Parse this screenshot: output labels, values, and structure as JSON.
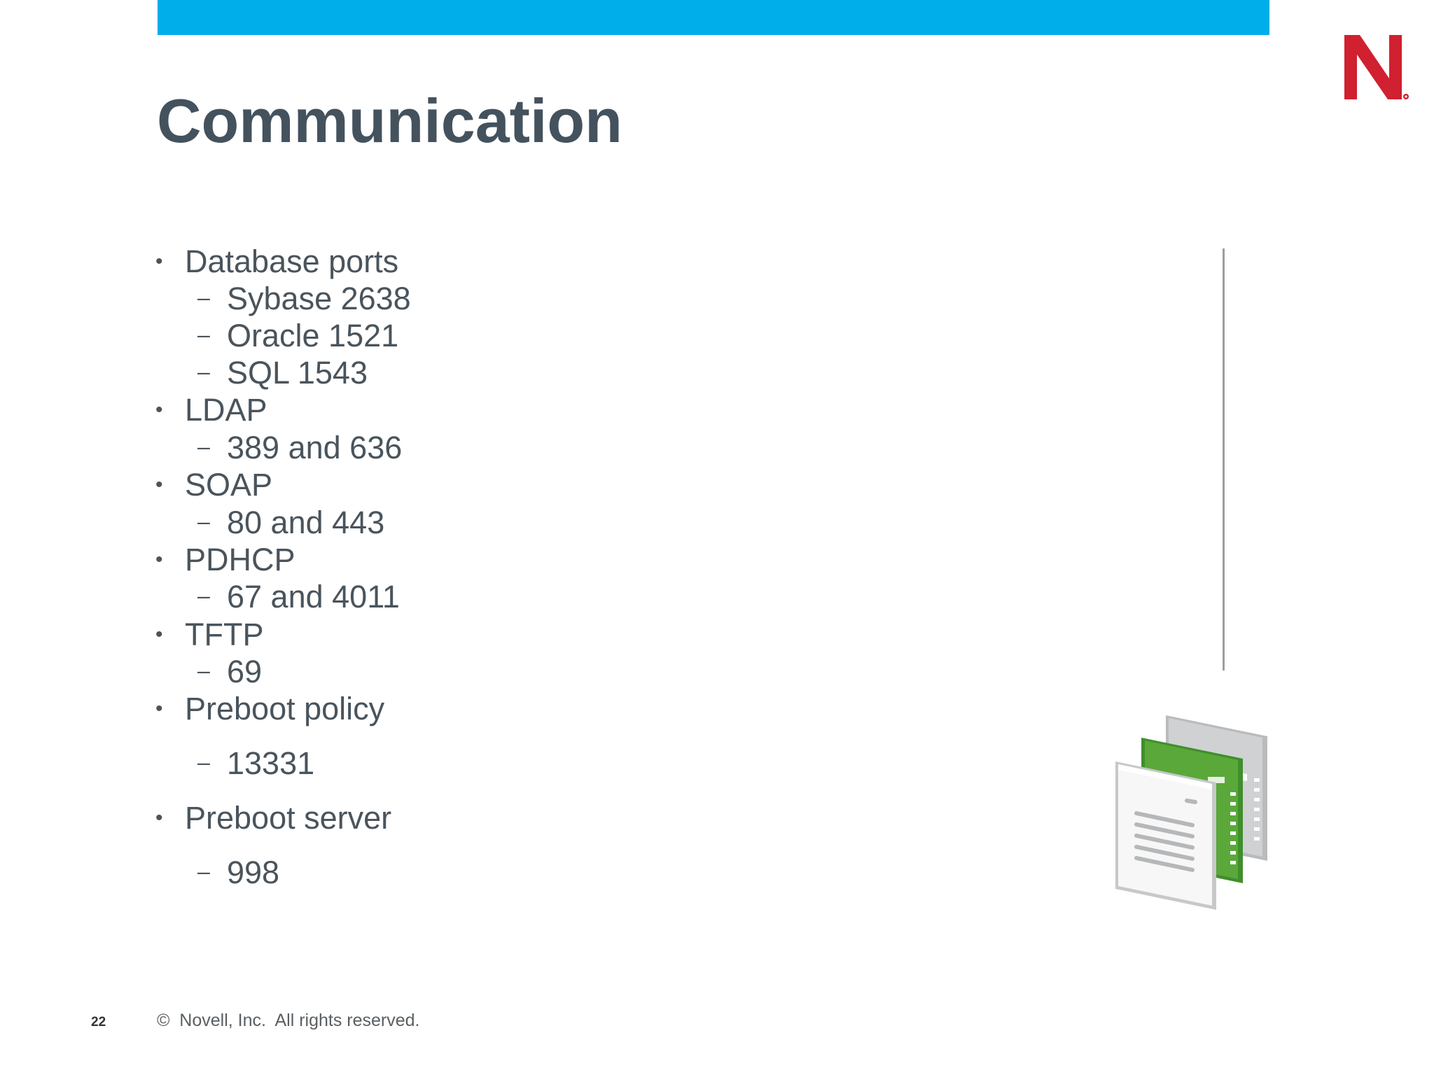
{
  "slide": {
    "title": "Communication",
    "page_number": "22",
    "footer": "©  Novell, Inc.  All rights reserved."
  },
  "bullets": [
    {
      "text": "Database ports",
      "level": 1
    },
    {
      "text": "Sybase 2638",
      "level": 2
    },
    {
      "text": "Oracle 1521",
      "level": 2
    },
    {
      "text": "SQL 1543",
      "level": 2
    },
    {
      "text": "LDAP",
      "level": 1
    },
    {
      "text": "389 and 636",
      "level": 2
    },
    {
      "text": "SOAP",
      "level": 1
    },
    {
      "text": "80 and 443",
      "level": 2
    },
    {
      "text": "PDHCP",
      "level": 1
    },
    {
      "text": "67 and 4011",
      "level": 2
    },
    {
      "text": "TFTP",
      "level": 1
    },
    {
      "text": "69",
      "level": 2
    },
    {
      "text": "Preboot policy",
      "level": 1
    },
    {
      "text": "13331",
      "level": 2
    },
    {
      "text": "Preboot server",
      "level": 1
    },
    {
      "text": "998",
      "level": 2
    }
  ],
  "markers": {
    "level1": "•",
    "level2": "–"
  },
  "colors": {
    "top_bar": "#00aeea",
    "title": "#44525e",
    "body_text": "#4a545c",
    "logo_red": "#d1202f",
    "docs_green": "#5aa83a"
  },
  "icons": {
    "logo": "novell-n-logo",
    "graphic": "documents-stack-icon"
  }
}
